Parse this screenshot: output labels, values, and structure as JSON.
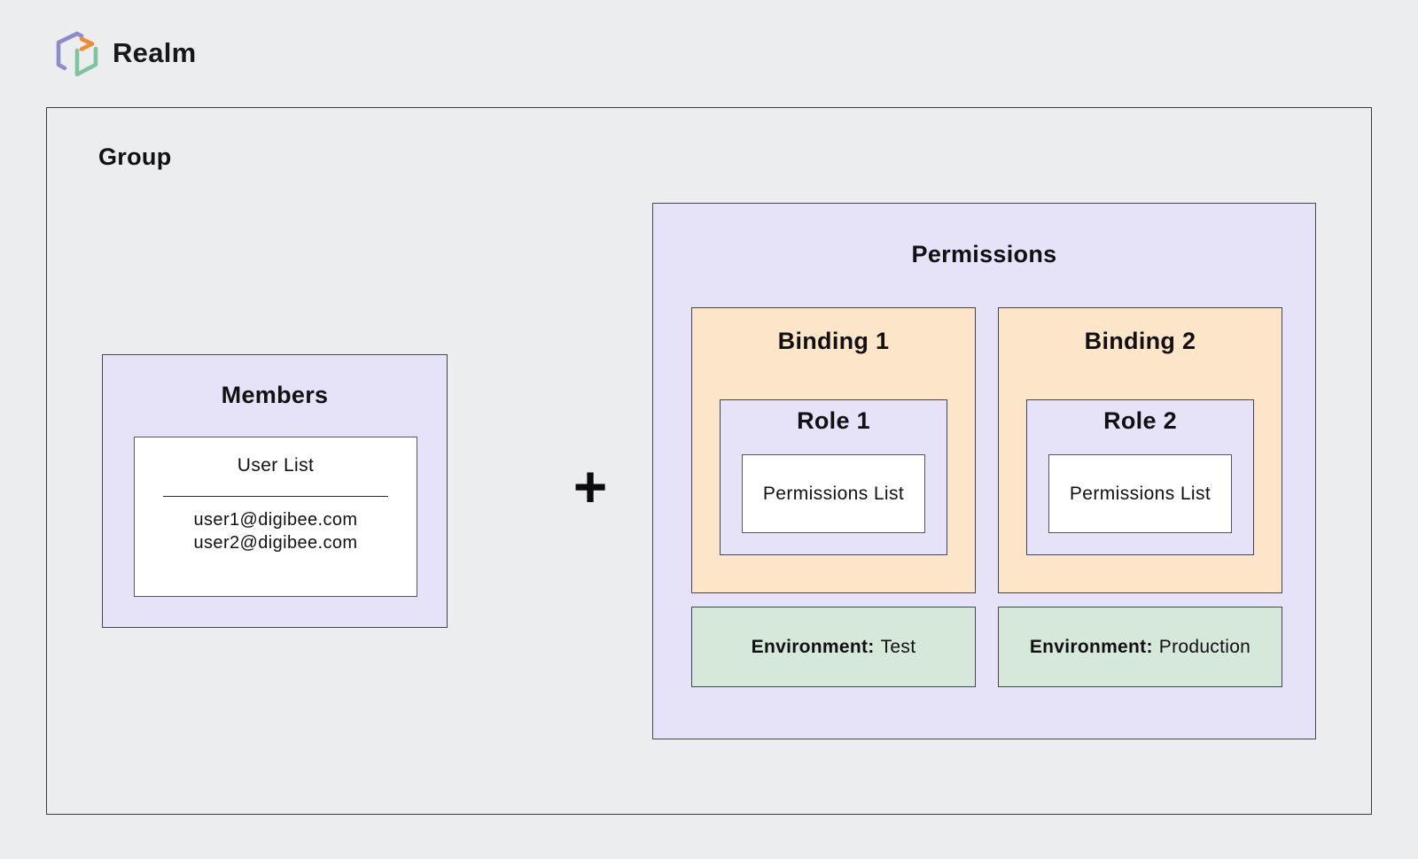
{
  "header": {
    "brand": "Realm"
  },
  "group": {
    "label": "Group",
    "operator": "+",
    "members": {
      "title": "Members",
      "user_list": {
        "title": "User List",
        "users": [
          "user1@digibee.com",
          "user2@digibee.com"
        ]
      }
    },
    "permissions": {
      "title": "Permissions",
      "bindings": [
        {
          "title": "Binding 1",
          "role": {
            "title": "Role 1",
            "content": "Permissions List"
          },
          "environment_label": "Environment:",
          "environment_value": "Test"
        },
        {
          "title": "Binding 2",
          "role": {
            "title": "Role 2",
            "content": "Permissions List"
          },
          "environment_label": "Environment:",
          "environment_value": "Production"
        }
      ]
    }
  },
  "colors": {
    "background": "#ecedef",
    "lavender_fill": "#e6e2f8",
    "peach_fill": "#fce5c8",
    "green_fill": "#d5e8da",
    "border_dark": "#45454d",
    "logo_purple": "#8f8ac9",
    "logo_green": "#7fc49b",
    "logo_orange": "#ee8b33"
  }
}
